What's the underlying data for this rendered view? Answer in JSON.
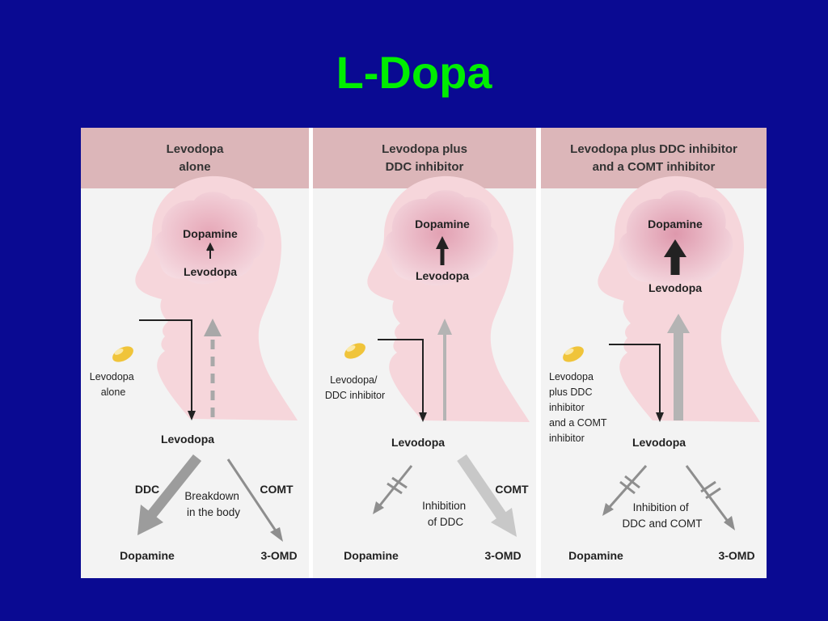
{
  "title": "L-Dopa",
  "panels": [
    {
      "header": "Levodopa\nalone",
      "brain_top": "Dopamine",
      "brain_bottom": "Levodopa",
      "pill_label_lines": [
        "Levodopa",
        "alone"
      ],
      "center": "Levodopa",
      "left_enzyme": "DDC",
      "right_enzyme": "COMT",
      "note_lines": [
        "Breakdown",
        "in the body"
      ],
      "left_product": "Dopamine",
      "right_product": "3-OMD"
    },
    {
      "header": "Levodopa plus\nDDC inhibitor",
      "brain_top": "Dopamine",
      "brain_bottom": "Levodopa",
      "pill_label_lines": [
        "Levodopa/",
        "DDC inhibitor"
      ],
      "center": "Levodopa",
      "right_enzyme": "COMT",
      "note_lines": [
        "Inhibition",
        "of DDC"
      ],
      "left_product": "Dopamine",
      "right_product": "3-OMD"
    },
    {
      "header": "Levodopa plus DDC inhibitor\nand a COMT inhibitor",
      "brain_top": "Dopamine",
      "brain_bottom": "Levodopa",
      "pill_label_lines": [
        "Levodopa",
        "plus DDC",
        "inhibitor",
        "and a COMT",
        "inhibitor"
      ],
      "center": "Levodopa",
      "note_lines": [
        "Inhibition of",
        "DDC and COMT"
      ],
      "left_product": "Dopamine",
      "right_product": "3-OMD"
    }
  ]
}
